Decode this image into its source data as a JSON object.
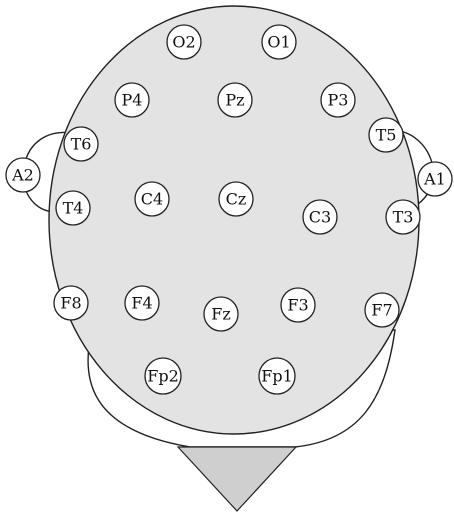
{
  "colors": {
    "scalp": "#e3e3e3",
    "nose": "#cfcfcf",
    "electrode_fill": "#ffffff",
    "stroke": "#222222"
  },
  "electrodes": {
    "O2": "O2",
    "O1": "O1",
    "P4": "P4",
    "Pz": "Pz",
    "P3": "P3",
    "T6": "T6",
    "T5": "T5",
    "A2": "A2",
    "A1": "A1",
    "T4": "T4",
    "C4": "C4",
    "Cz": "Cz",
    "C3": "C3",
    "T3": "T3",
    "F8": "F8",
    "F4": "F4",
    "Fz": "Fz",
    "F3": "F3",
    "F7": "F7",
    "Fp2": "Fp2",
    "Fp1": "Fp1"
  }
}
